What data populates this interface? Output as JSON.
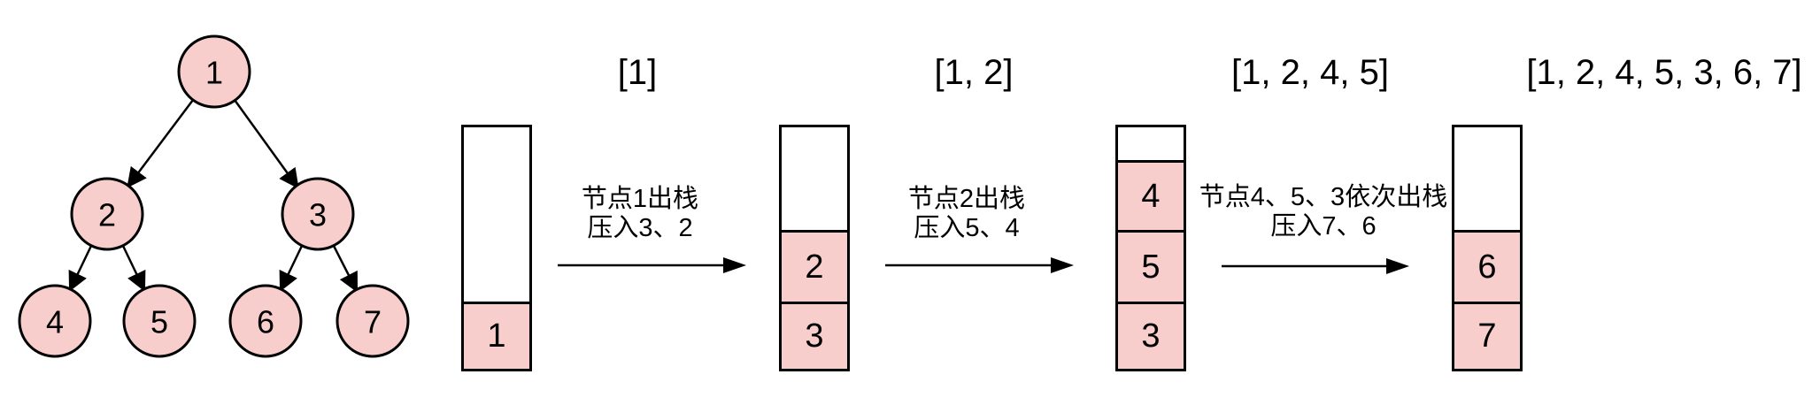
{
  "colors": {
    "fill_pink": "#f8cecc",
    "stroke": "#000000",
    "background": "#ffffff",
    "text": "#000000"
  },
  "tree": {
    "nodes": [
      {
        "label": "1"
      },
      {
        "label": "2"
      },
      {
        "label": "3"
      },
      {
        "label": "4"
      },
      {
        "label": "5"
      },
      {
        "label": "6"
      },
      {
        "label": "7"
      }
    ],
    "edges": [
      "1-2",
      "1-3",
      "2-4",
      "2-5",
      "3-6",
      "3-7"
    ]
  },
  "results": [
    {
      "text": "[1]"
    },
    {
      "text": "[1, 2]"
    },
    {
      "text": "[1, 2, 4, 5]"
    },
    {
      "text": "[1, 2, 4, 5, 3, 6, 7]"
    }
  ],
  "stacks": [
    {
      "name": "stack-state-1",
      "cells_top_to_bottom": [
        "1"
      ]
    },
    {
      "name": "stack-state-2",
      "cells_top_to_bottom": [
        "2",
        "3"
      ]
    },
    {
      "name": "stack-state-3",
      "cells_top_to_bottom": [
        "4",
        "5",
        "3"
      ]
    },
    {
      "name": "stack-state-4",
      "cells_top_to_bottom": [
        "6",
        "7"
      ]
    }
  ],
  "transitions": [
    {
      "line1": "节点1出栈",
      "line2": "压入3、2"
    },
    {
      "line1": "节点2出栈",
      "line2": "压入5、4"
    },
    {
      "line1": "节点4、5、3依次出栈",
      "line2": "压入7、6"
    }
  ]
}
